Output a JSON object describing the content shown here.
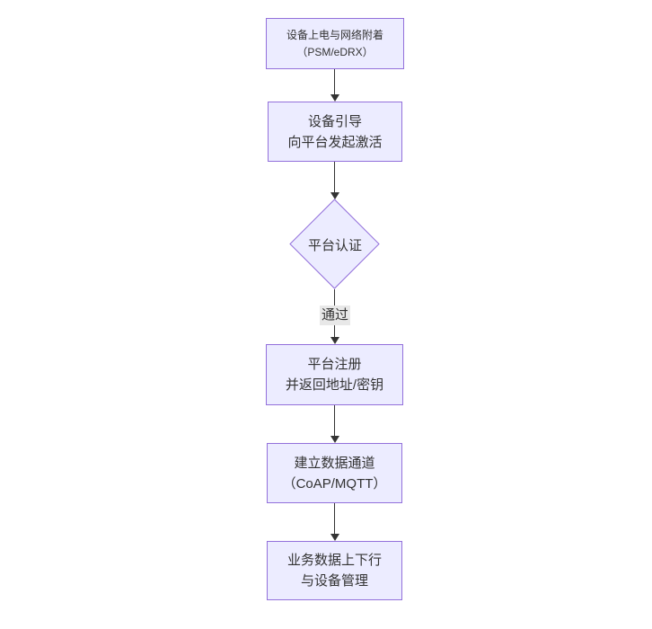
{
  "diagram": {
    "type": "flowchart",
    "direction": "top-down",
    "colors": {
      "background": "#ffffff",
      "node_fill": "#ECECFF",
      "node_border": "#9370DB",
      "text": "#333333",
      "arrow": "#333333",
      "edge_label_bg": "#e8e8e8"
    },
    "nodes": [
      {
        "id": "A",
        "shape": "rect",
        "line1": "设备上电与网络附着",
        "line2": "（PSM/eDRX）"
      },
      {
        "id": "B",
        "shape": "rect",
        "line1": "设备引导",
        "line2": "向平台发起激活"
      },
      {
        "id": "C",
        "shape": "diamond",
        "line1": "平台认证",
        "line2": ""
      },
      {
        "id": "D",
        "shape": "rect",
        "line1": "平台注册",
        "line2": "并返回地址/密钥"
      },
      {
        "id": "E",
        "shape": "rect",
        "line1": "建立数据通道",
        "line2": "（CoAP/MQTT）"
      },
      {
        "id": "F",
        "shape": "rect",
        "line1": "业务数据上下行",
        "line2": "与设备管理"
      }
    ],
    "edges": [
      {
        "from": "A",
        "to": "B",
        "label": ""
      },
      {
        "from": "B",
        "to": "C",
        "label": ""
      },
      {
        "from": "C",
        "to": "D",
        "label": "通过"
      },
      {
        "from": "D",
        "to": "E",
        "label": ""
      },
      {
        "from": "E",
        "to": "F",
        "label": ""
      }
    ]
  }
}
